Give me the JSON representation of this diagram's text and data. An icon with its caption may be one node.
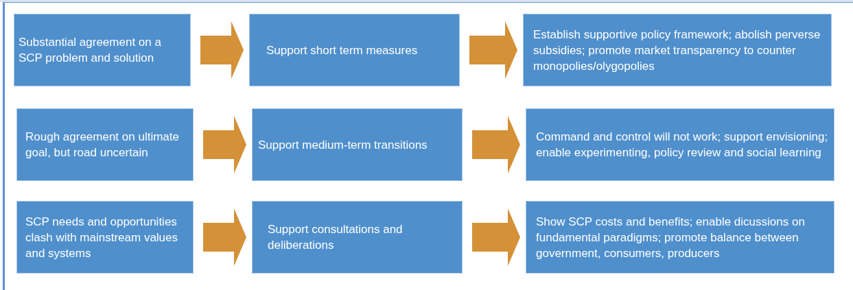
{
  "diagram": {
    "nodes": [
      {
        "text": [
          "Substantial agreement on  a SCP problem and  solution"
        ]
      },
      {
        "text": [
          "Support short term measures"
        ]
      },
      {
        "text": [
          "Establish supportive policy framework; abolish perverse subsidies; promote market transparency to counter monopolies/olygopolies"
        ]
      },
      {
        "text": [
          "Rough agreement on ultimate goal, but road uncertain"
        ]
      },
      {
        "text": [
          "Support medium-term transitions"
        ]
      },
      {
        "text": [
          "Command and control will not work; support envisioning; enable experimenting, policy review and social learning"
        ]
      },
      {
        "text": [
          "SCP needs and opportunities clash with mainstream values and systems"
        ]
      },
      {
        "text": [
          "Support consultations and deliberations"
        ]
      },
      {
        "text": [
          "Show SCP costs and benefits; enable dicussions on fundamental paradigms;  promote balance between government, consumers, producers"
        ]
      }
    ],
    "edges": [
      {
        "from": 0,
        "to": 1,
        "arrow": "to"
      },
      {
        "from": 1,
        "to": 2,
        "arrow": "to"
      },
      {
        "from": 3,
        "to": 4,
        "arrow": "to"
      },
      {
        "from": 4,
        "to": 5,
        "arrow": "to"
      },
      {
        "from": 6,
        "to": 7,
        "arrow": "to"
      },
      {
        "from": 7,
        "to": 8,
        "arrow": "to"
      }
    ]
  }
}
